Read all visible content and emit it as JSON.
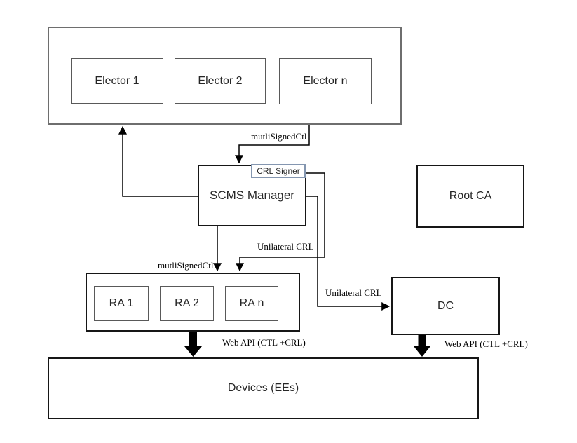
{
  "diagram": {
    "type": "architecture-flow-diagram",
    "nodes": {
      "electors_group": {
        "label": ""
      },
      "elector1": {
        "label": "Elector 1"
      },
      "elector2": {
        "label": "Elector 2"
      },
      "electorn": {
        "label": "Elector n"
      },
      "scms_manager": {
        "label": "SCMS Manager"
      },
      "crl_signer": {
        "label": "CRL Signer"
      },
      "root_ca": {
        "label": "Root CA"
      },
      "ra_group": {
        "label": ""
      },
      "ra1": {
        "label": "RA 1"
      },
      "ra2": {
        "label": "RA 2"
      },
      "ran": {
        "label": "RA n"
      },
      "dc": {
        "label": "DC"
      },
      "devices": {
        "label": "Devices (EEs)"
      }
    },
    "edges": {
      "electors_to_scms": {
        "label": "mutliSignedCtl"
      },
      "scms_to_ra": {
        "label": "mutliSignedCtl"
      },
      "crlsigner_to_ra": {
        "label": "Unilateral CRL"
      },
      "scms_to_dc": {
        "label": "Unilateral CRL"
      },
      "ra_to_devices": {
        "label": "Web API (CTL +CRL)"
      },
      "dc_to_devices": {
        "label": "Web API (CTL +CRL)"
      }
    },
    "colors": {
      "line": "#000000",
      "box_border_dark": "#161616",
      "box_border_gray": "#595959",
      "crl_signer_border": "#8496b0",
      "background": "#ffffff"
    }
  }
}
